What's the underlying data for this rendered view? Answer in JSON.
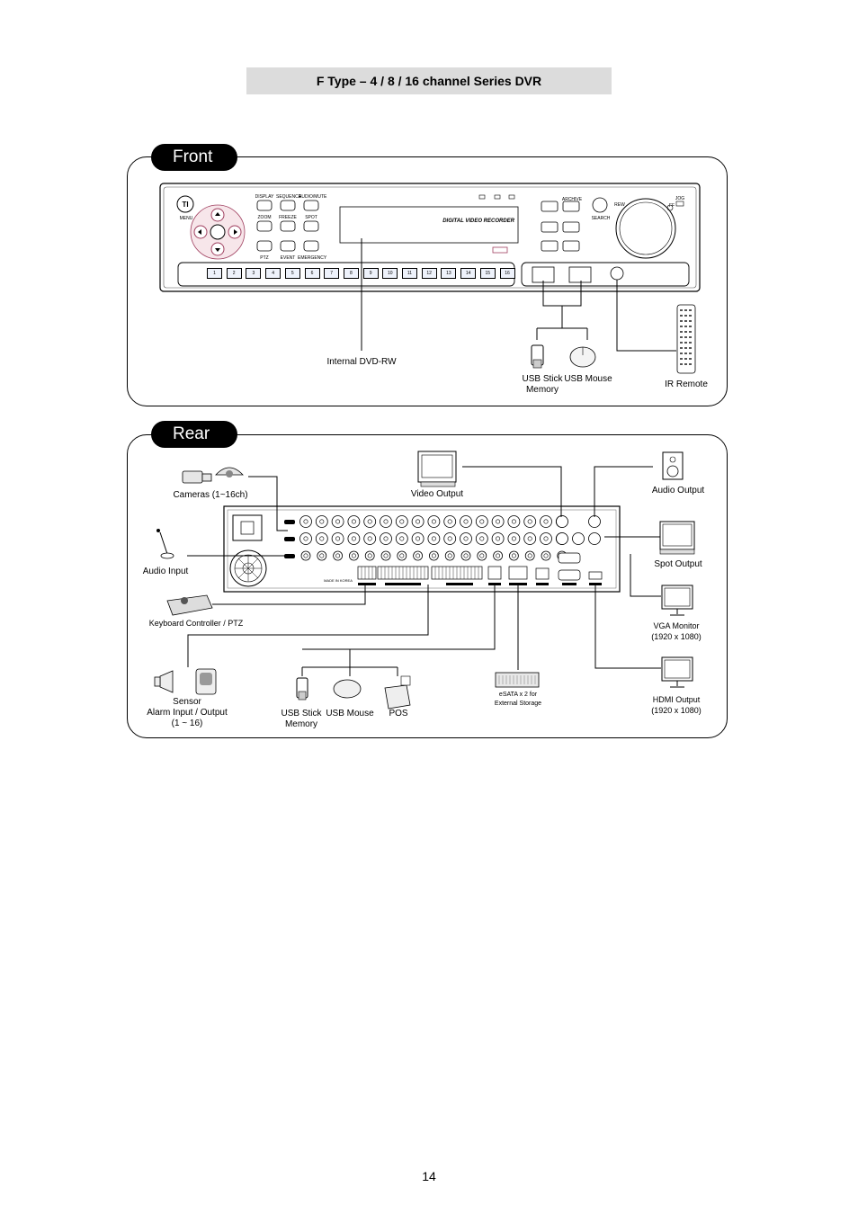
{
  "doc": {
    "title": "F Type – 4 / 8 / 16 channel Series DVR",
    "page_number": "14"
  },
  "front": {
    "tab": "Front",
    "device_label": "DIGITAL VIDEO RECORDER",
    "button_labels": {
      "menu": "MENU",
      "display": "DISPLAY",
      "sequence": "SEQUENCE",
      "audio": "AUDIO/MUTE",
      "zoom": "ZOOM",
      "freeze": "FREEZE",
      "spot": "SPOT",
      "ptz": "PTZ",
      "event": "EVENT",
      "emergency": "EMERGENCY",
      "archive": "ARCHIVE",
      "search": "SEARCH",
      "rew": "REW",
      "ff": "FF",
      "jog": "JOG"
    },
    "channels": [
      "1",
      "2",
      "3",
      "4",
      "5",
      "6",
      "7",
      "8",
      "9",
      "10",
      "11",
      "12",
      "13",
      "14",
      "15",
      "16"
    ],
    "callouts": {
      "dvd": "Internal DVD-RW",
      "usb_stick": "USB Stick\nMemory",
      "usb_mouse": "USB Mouse",
      "ir_remote": "IR Remote"
    }
  },
  "rear": {
    "tab": "Rear",
    "made_in": "MADE IN KOREA",
    "callouts": {
      "cameras": "Cameras (1~16ch)",
      "video_output": "Video Output",
      "audio_output": "Audio Output",
      "audio_input": "Audio Input",
      "spot_output": "Spot Output",
      "keyboard": "Keyboard Controller / PTZ",
      "vga": "VGA Monitor\n(1920 x 1080)",
      "hdmi": "HDMI Output\n(1920 x 1080)",
      "sensor": "Sensor\nAlarm Input / Output\n(1 ~ 16)",
      "usb_stick": "USB Stick\nMemory",
      "usb_mouse": "USB Mouse",
      "pos": "POS",
      "esata": "eSATA x 2 for\nExternal Storage"
    }
  }
}
